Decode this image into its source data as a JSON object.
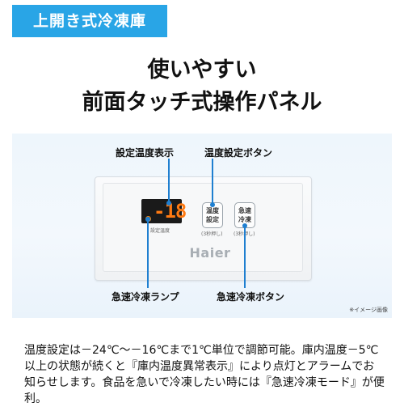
{
  "badge": "上開き式冷凍庫",
  "headline": {
    "line1": "使いやすい",
    "line2": "前面タッチ式操作パネル"
  },
  "callouts": {
    "temp_display": "設定温度表示",
    "temp_button": "温度設定ボタン",
    "quick_lamp": "急速冷凍ランプ",
    "quick_button": "急速冷凍ボタン"
  },
  "panel": {
    "display_value": "-18",
    "display_caption": "設定温度",
    "temp_button_label_1": "温度",
    "temp_button_label_2": "設定",
    "temp_button_hint": "(3秒押し)",
    "quick_button_label_1": "急速",
    "quick_button_label_2": "冷凍",
    "quick_button_hint": "(3秒押し)",
    "brand": "Haier"
  },
  "image_note": "※イメージ画像",
  "description": "温度設定は－24℃～－16℃まで1℃単位で調節可能。庫内温度－5℃以上の状態が続くと『庫内温度異常表示』により点灯とアラームでお知らせします。食品を急いで冷凍したい時には『急速冷凍モード』が便利。",
  "colors": {
    "badge": "#29a5e6",
    "callout_line": "#1f7fd0",
    "display_digits": "#ff7a12"
  }
}
